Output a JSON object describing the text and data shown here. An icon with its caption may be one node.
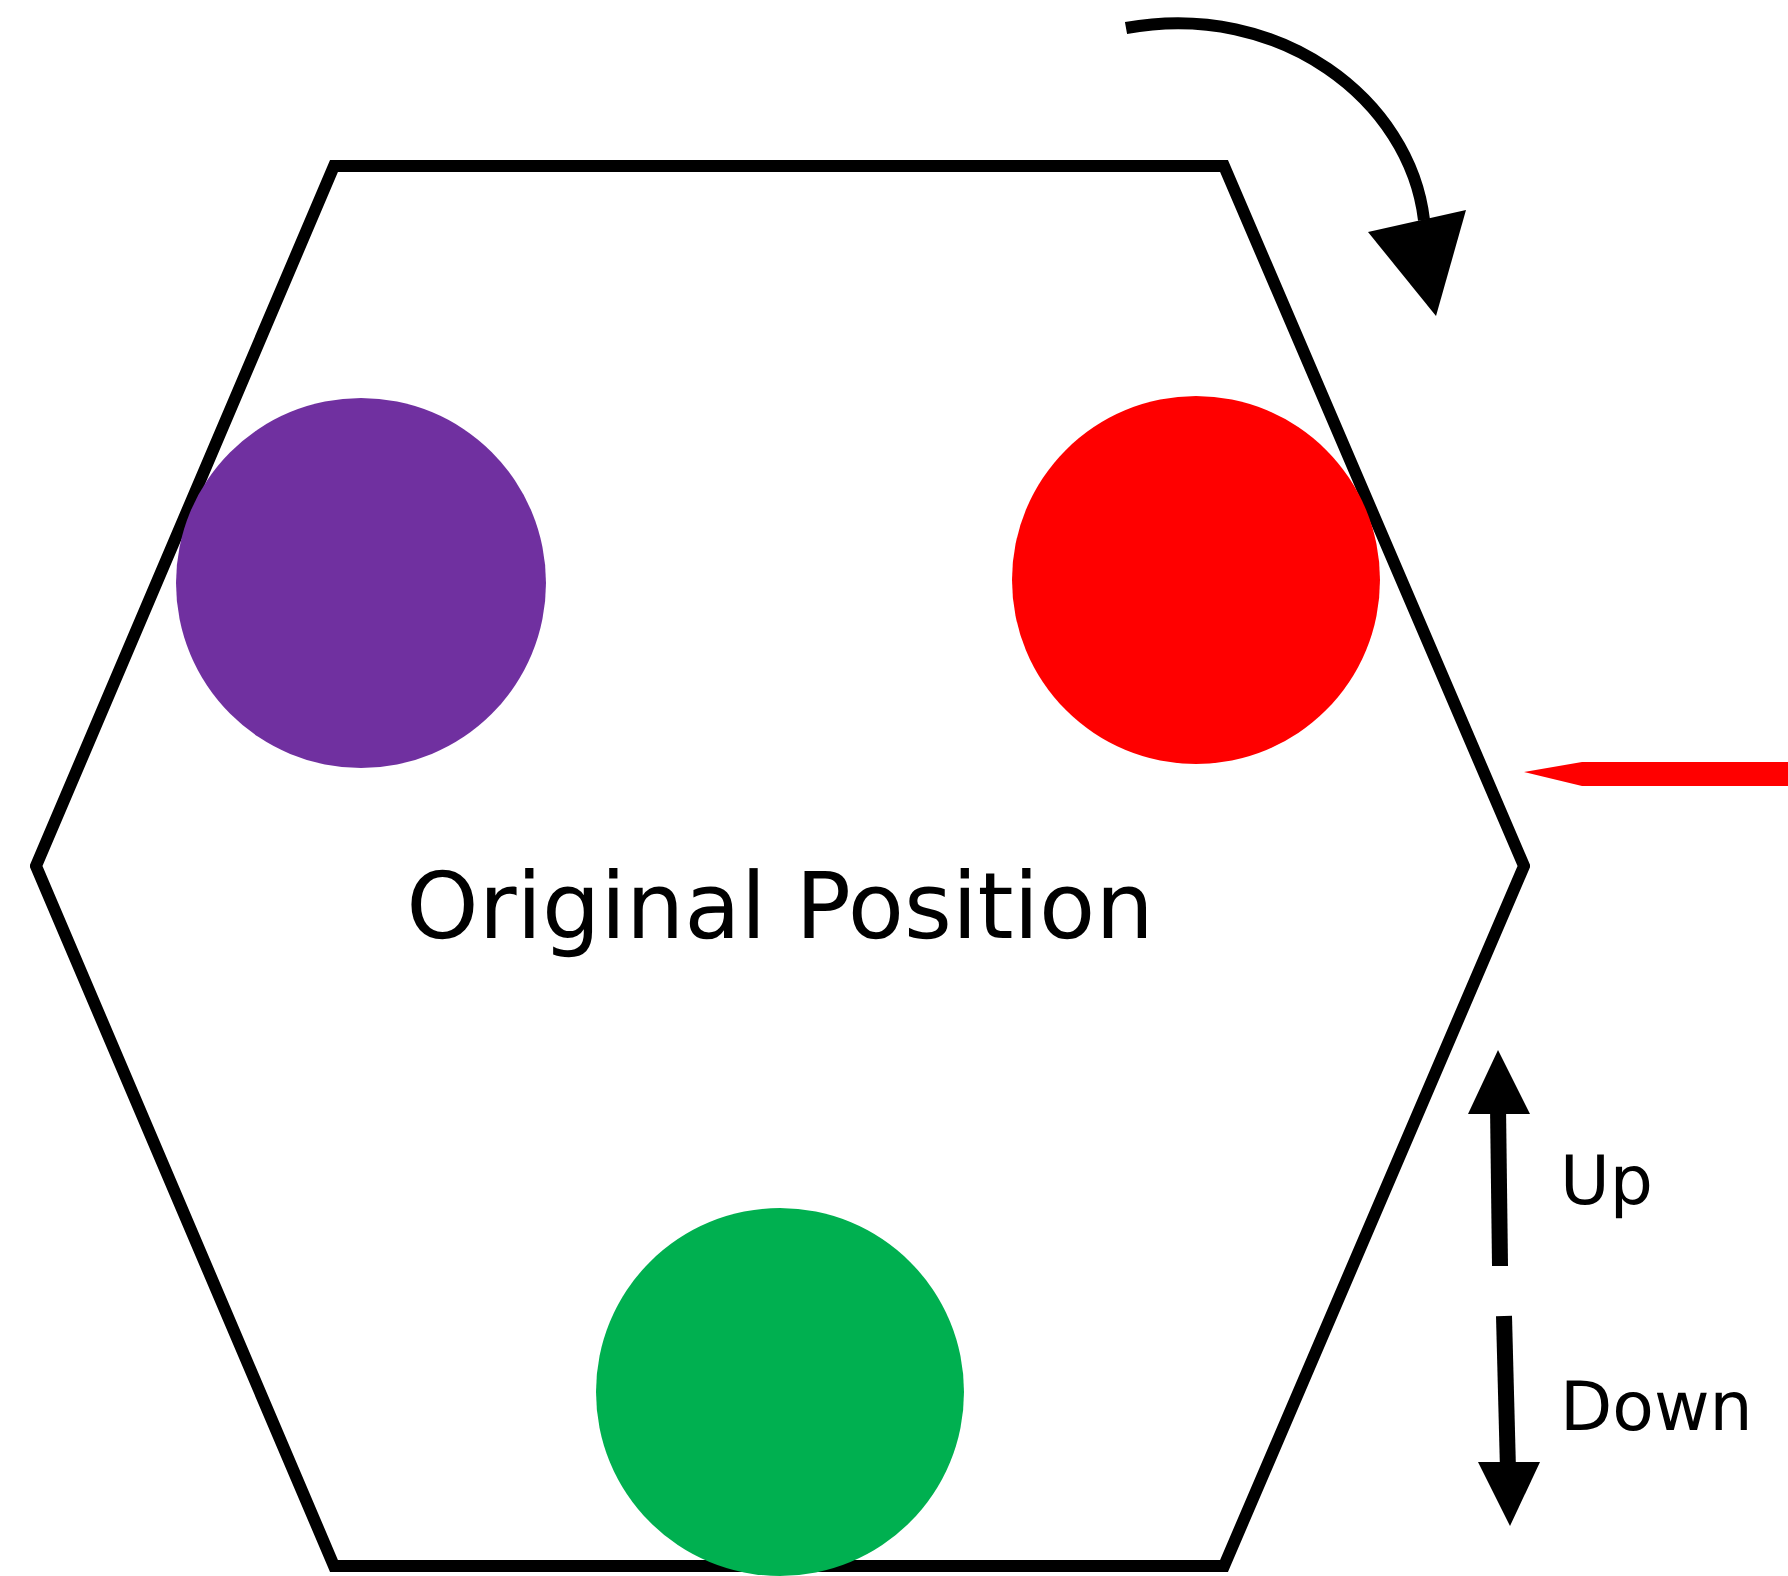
{
  "diagram": {
    "nodes": [
      {
        "text": [
          "Original Position"
        ]
      },
      {
        "text": [],
        "shape": "circle",
        "in": 0
      },
      {
        "text": [],
        "shape": "circle",
        "in": 0
      },
      {
        "text": [],
        "shape": "circle",
        "in": 0
      }
    ],
    "edges": [],
    "labels": [
      "Up",
      "Down"
    ]
  }
}
